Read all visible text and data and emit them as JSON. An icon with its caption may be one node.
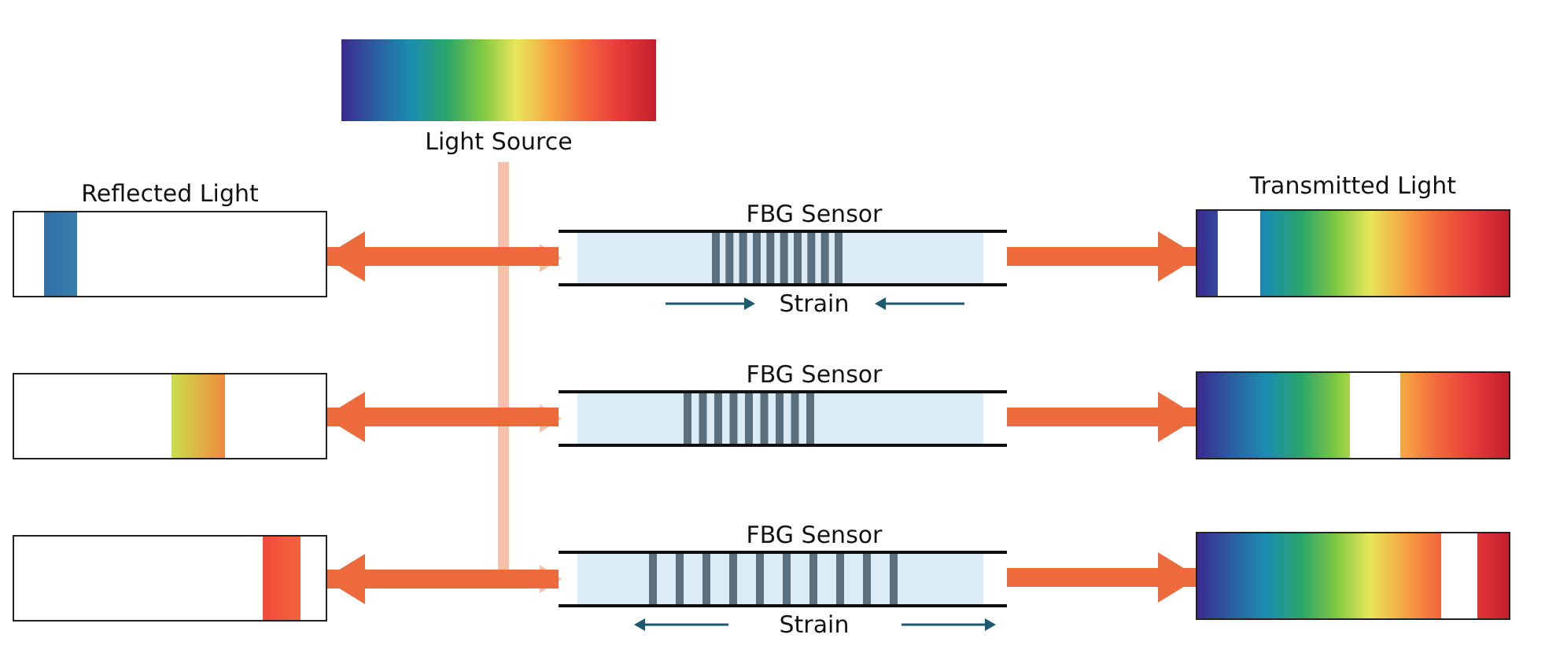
{
  "diagram": {
    "nodes": [
      {
        "text": [
          "Light Source"
        ]
      },
      {
        "text": [
          "Reflected Light"
        ]
      },
      {
        "text": [
          "FBG Sensor"
        ],
        "beside": [
          "Strain"
        ]
      },
      {
        "text": [
          "Transmitted Light"
        ]
      },
      {
        "text": [],
        "shape": "bar"
      },
      {
        "text": [
          "FBG Sensor"
        ]
      },
      {
        "text": [],
        "shape": "bar"
      },
      {
        "text": [],
        "shape": "bar"
      },
      {
        "text": [
          "FBG Sensor"
        ],
        "beside": [
          "Strain"
        ]
      },
      {
        "text": [],
        "shape": "bar"
      }
    ],
    "edges": [
      {
        "from": 0,
        "to": 2,
        "arrow": "to",
        "color": "#f7c0a8"
      },
      {
        "from": 0,
        "to": 5,
        "arrow": "to",
        "color": "#f7c0a8"
      },
      {
        "from": 0,
        "to": 8,
        "arrow": "to",
        "color": "#f7c0a8"
      },
      {
        "from": 2,
        "to": 1,
        "arrow": "to"
      },
      {
        "from": 2,
        "to": 3,
        "arrow": "to"
      },
      {
        "from": 5,
        "to": 4,
        "arrow": "to"
      },
      {
        "from": 5,
        "to": 6,
        "arrow": "to"
      },
      {
        "from": 8,
        "to": 7,
        "arrow": "to"
      },
      {
        "from": 8,
        "to": 9,
        "arrow": "to"
      }
    ]
  }
}
